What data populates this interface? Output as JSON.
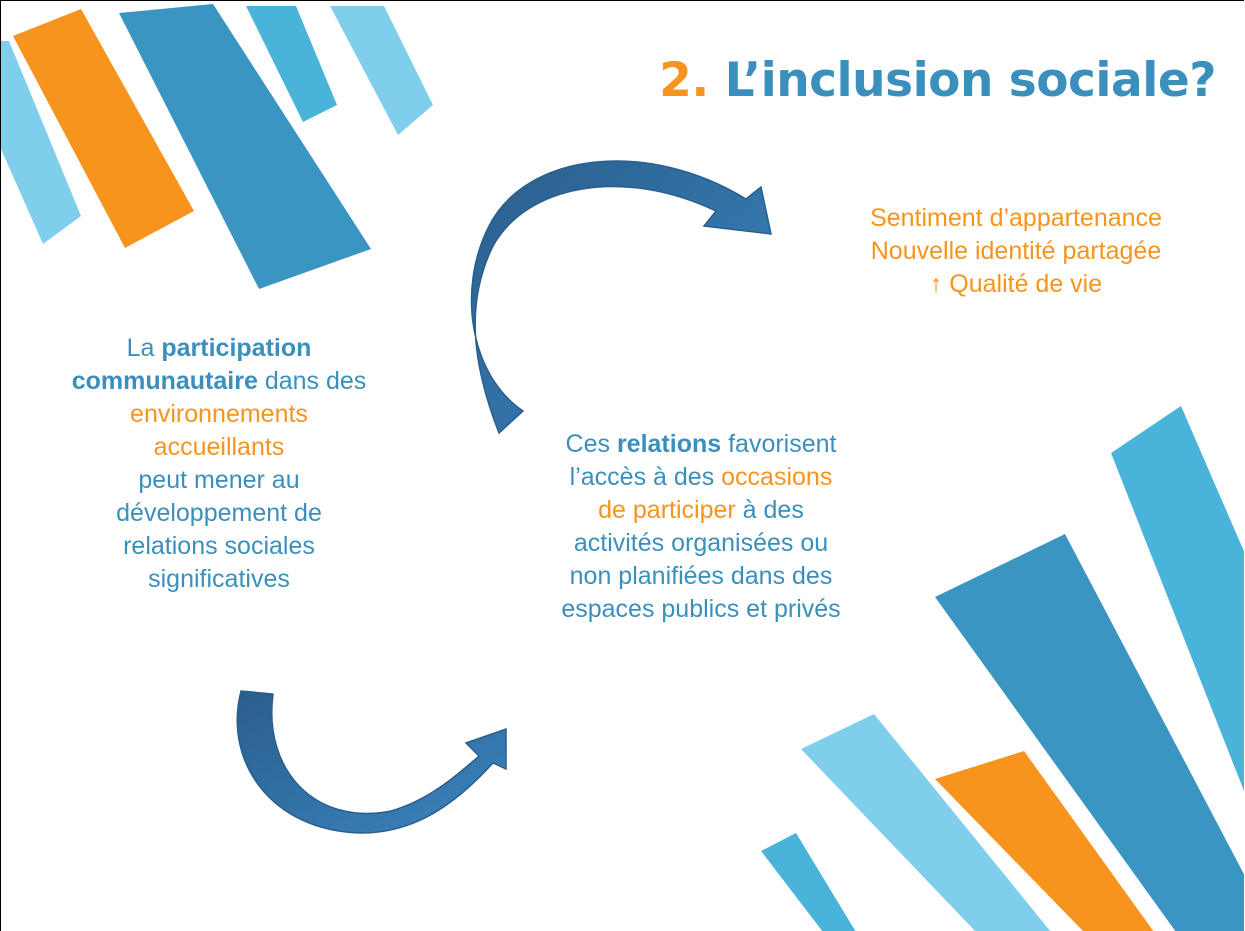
{
  "title": {
    "number": "2.",
    "text": "L’inclusion sociale?"
  },
  "colors": {
    "orange": "#f7941d",
    "blue": "#3a8fbd",
    "light_blue": "#7fcfec",
    "sky_blue": "#4ab3da",
    "arrow_blue": "#2e6592"
  },
  "outcomes": {
    "line1": "Sentiment d’appartenance",
    "line2": "Nouvelle identité partagée",
    "line3": "↑ Qualité de vie"
  },
  "participation": {
    "w1": "La",
    "w2": "participation",
    "w3": "communautaire",
    "w4": "dans des",
    "w5": "environnements",
    "w6": "accueillants",
    "w7": "peut mener au",
    "w8": "développement de",
    "w9": "relations sociales",
    "w10": "significatives"
  },
  "relations": {
    "w1": "Ces",
    "w2": "relations",
    "w3": "favorisent",
    "w4": "l’accès à des",
    "w5": "occasions",
    "w6": "de participer",
    "w7": "à des",
    "w8": "activités organisées ou",
    "w9": "non planifiées dans des",
    "w10": "espaces publics et privés"
  },
  "icons": {
    "upper_arrow": "curved-arrow-icon",
    "lower_arrow": "curved-arrow-icon"
  }
}
